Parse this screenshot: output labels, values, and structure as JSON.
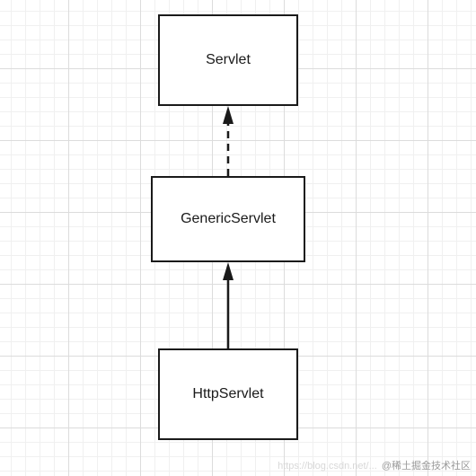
{
  "diagram": {
    "nodes": [
      {
        "id": "servlet",
        "label": "Servlet"
      },
      {
        "id": "generic",
        "label": "GenericServlet"
      },
      {
        "id": "http",
        "label": "HttpServlet"
      }
    ],
    "edges": [
      {
        "from": "generic",
        "to": "servlet",
        "style": "dashed",
        "relation": "realization"
      },
      {
        "from": "http",
        "to": "generic",
        "style": "solid",
        "relation": "inheritance"
      }
    ]
  },
  "watermark": {
    "url": "https://blog.csdn.net/...",
    "text": "@稀土掘金技术社区"
  },
  "colors": {
    "stroke": "#1a1a1a",
    "grid": "#dcdcdc"
  }
}
